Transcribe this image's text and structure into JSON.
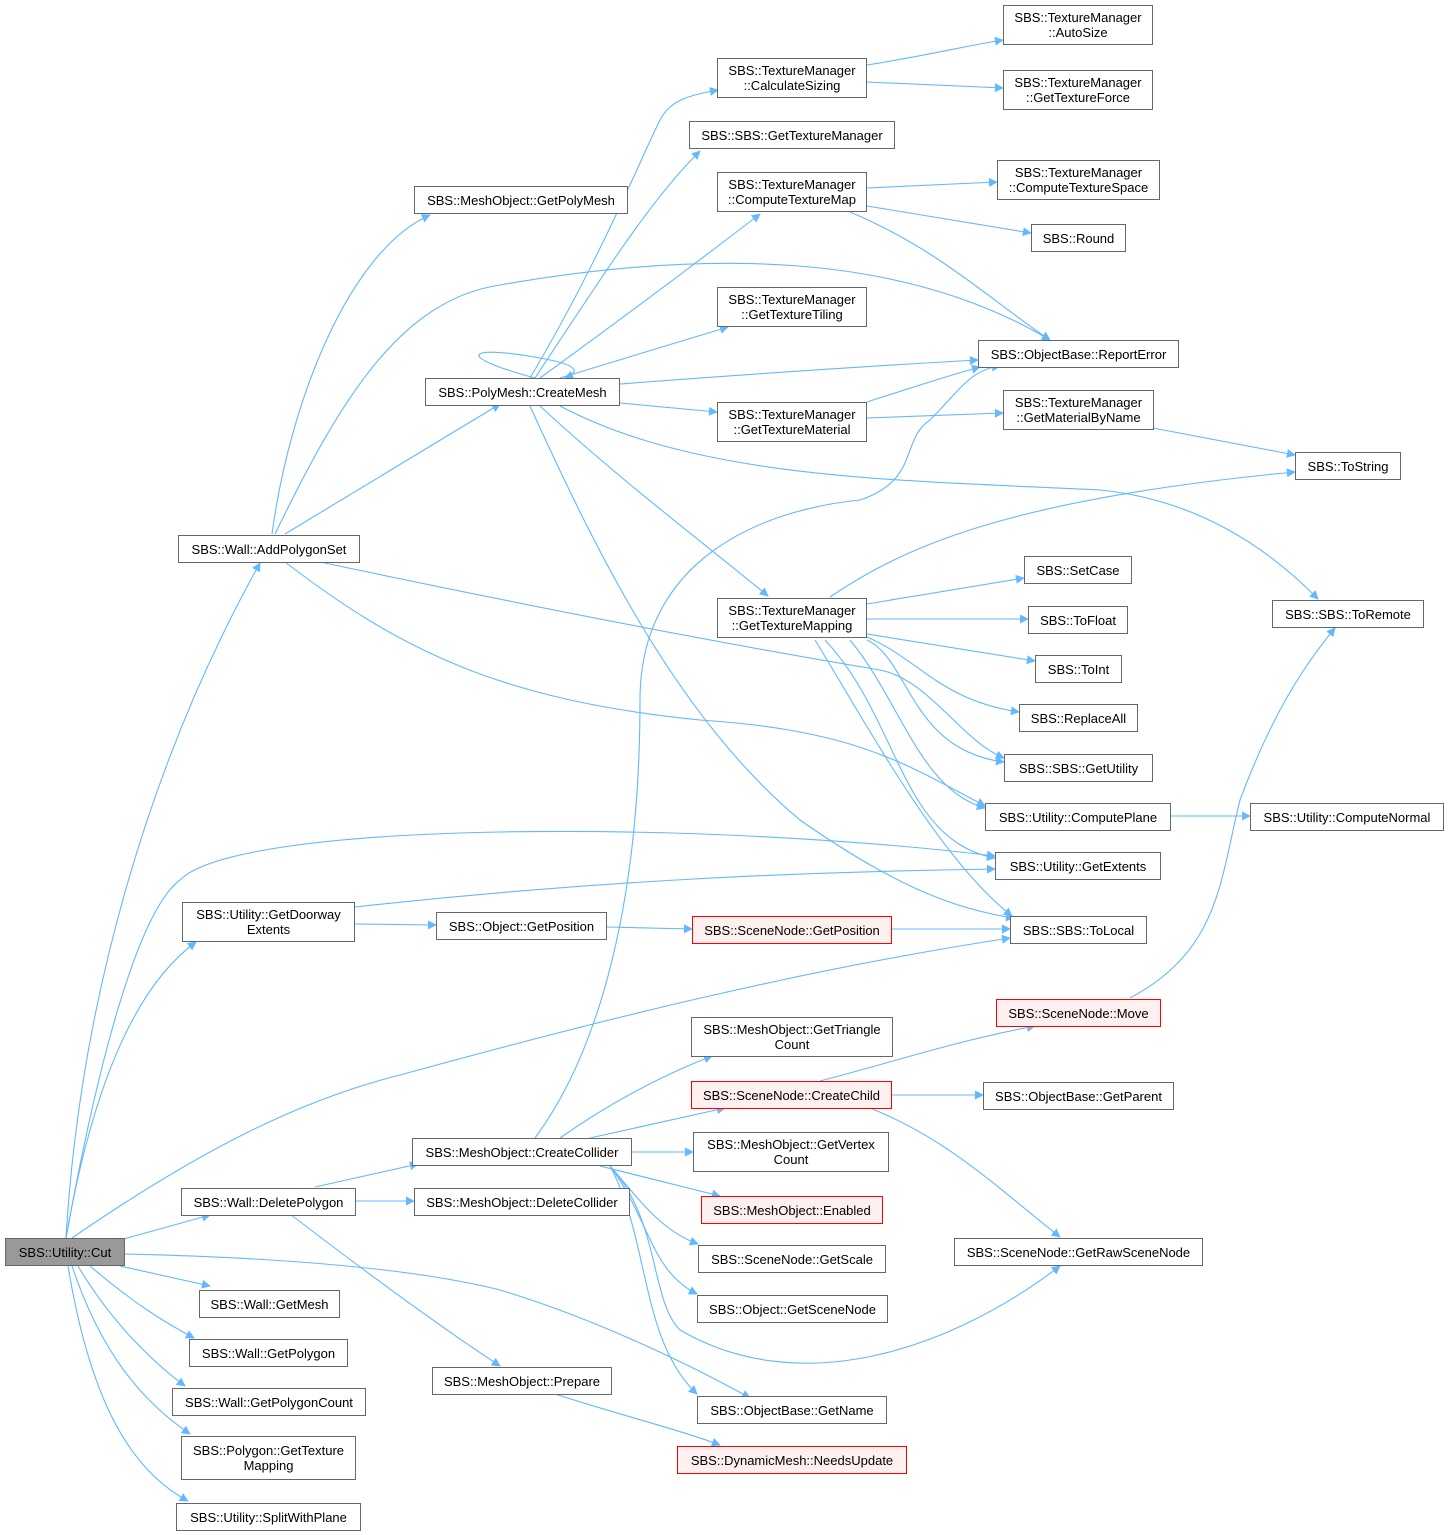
{
  "edge_color": "#63b8ff",
  "root_fill": "#999999",
  "error_border": "#ff0000",
  "nodes": {
    "cut": "SBS::Utility::Cut",
    "add_polygon_set": "SBS::Wall::AddPolygonSet",
    "get_doorway_extents": "SBS::Utility::GetDoorway\nExtents",
    "delete_polygon": "SBS::Wall::DeletePolygon",
    "wall_get_mesh": "SBS::Wall::GetMesh",
    "wall_get_polygon": "SBS::Wall::GetPolygon",
    "wall_get_polygon_count": "SBS::Wall::GetPolygonCount",
    "polygon_get_texture_mapping": "SBS::Polygon::GetTexture\nMapping",
    "split_with_plane": "SBS::Utility::SplitWithPlane",
    "get_poly_mesh": "SBS::MeshObject::GetPolyMesh",
    "create_mesh": "SBS::PolyMesh::CreateMesh",
    "object_get_position": "SBS::Object::GetPosition",
    "create_collider": "SBS::MeshObject::CreateCollider",
    "delete_collider": "SBS::MeshObject::DeleteCollider",
    "prepare": "SBS::MeshObject::Prepare",
    "calculate_sizing": "SBS::TextureManager\n::CalculateSizing",
    "get_texture_manager": "SBS::SBS::GetTextureManager",
    "compute_texture_map": "SBS::TextureManager\n::ComputeTextureMap",
    "get_texture_tiling": "SBS::TextureManager\n::GetTextureTiling",
    "get_texture_material": "SBS::TextureManager\n::GetTextureMaterial",
    "get_texture_mapping": "SBS::TextureManager\n::GetTextureMapping",
    "scene_node_get_position": "SBS::SceneNode::GetPosition",
    "get_triangle_count": "SBS::MeshObject::GetTriangle\nCount",
    "create_child": "SBS::SceneNode::CreateChild",
    "get_vertex_count": "SBS::MeshObject::GetVertex\nCount",
    "enabled": "SBS::MeshObject::Enabled",
    "get_scale": "SBS::SceneNode::GetScale",
    "get_scene_node": "SBS::Object::GetSceneNode",
    "get_name": "SBS::ObjectBase::GetName",
    "needs_update": "SBS::DynamicMesh::NeedsUpdate",
    "auto_size": "SBS::TextureManager\n::AutoSize",
    "get_texture_force": "SBS::TextureManager\n::GetTextureForce",
    "compute_texture_space": "SBS::TextureManager\n::ComputeTextureSpace",
    "round": "SBS::Round",
    "report_error": "SBS::ObjectBase::ReportError",
    "get_material_by_name": "SBS::TextureManager\n::GetMaterialByName",
    "set_case": "SBS::SetCase",
    "to_float": "SBS::ToFloat",
    "to_int": "SBS::ToInt",
    "replace_all": "SBS::ReplaceAll",
    "get_utility": "SBS::SBS::GetUtility",
    "compute_plane": "SBS::Utility::ComputePlane",
    "get_extents": "SBS::Utility::GetExtents",
    "to_local": "SBS::SBS::ToLocal",
    "move": "SBS::SceneNode::Move",
    "get_parent": "SBS::ObjectBase::GetParent",
    "get_raw_scene_node": "SBS::SceneNode::GetRawSceneNode",
    "to_string": "SBS::ToString",
    "to_remote": "SBS::SBS::ToRemote",
    "compute_normal": "SBS::Utility::ComputeNormal"
  }
}
